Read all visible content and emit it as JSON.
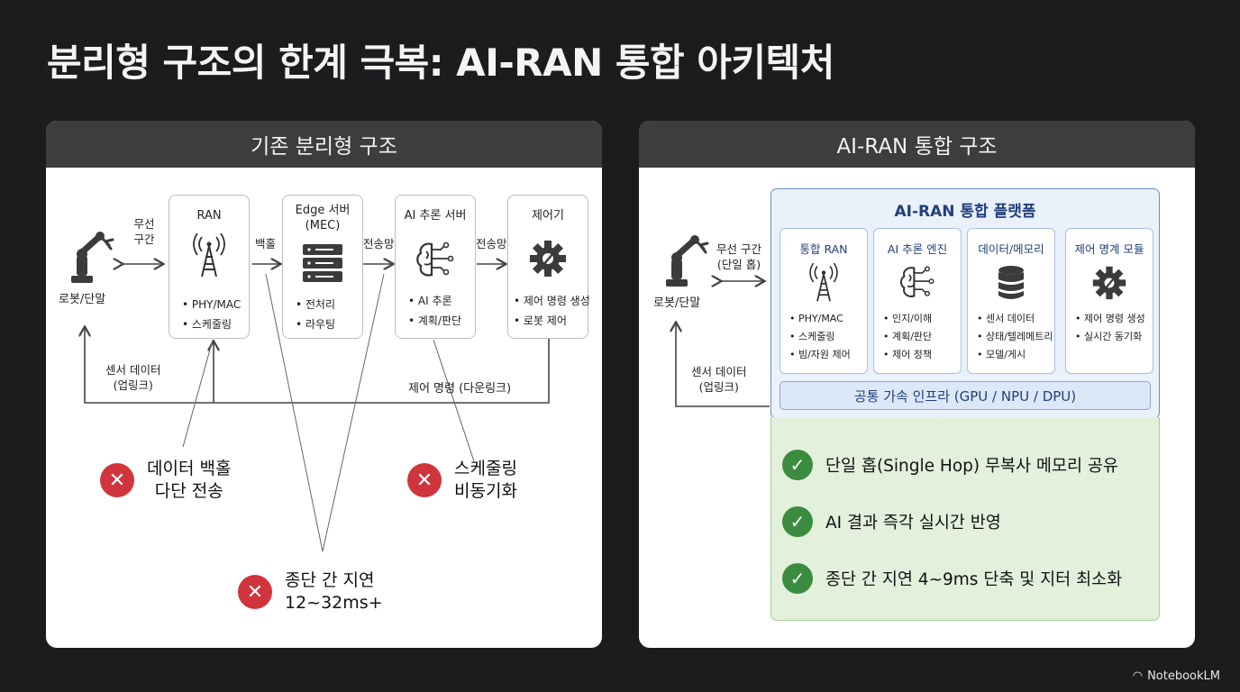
{
  "title": "분리형 구조의 한계 극복: AI-RAN 통합 아키텍처",
  "left": {
    "header": "기존 분리형 구조",
    "robot_label": "로봇/단말",
    "wireless_label_1": "무선",
    "wireless_label_2": "구간",
    "nodes": [
      {
        "title": "RAN",
        "bullets": [
          "• PHY/MAC",
          "• 스케줄링"
        ]
      },
      {
        "title_1": "Edge 서버",
        "title_2": "(MEC)",
        "bullets": [
          "• 전처리",
          "• 라우팅"
        ]
      },
      {
        "title": "AI 추론 서버",
        "bullets": [
          "• AI 추론",
          "• 계획/판단"
        ]
      },
      {
        "title": "제어기",
        "bullets": [
          "• 제어 명령 생성",
          "• 로봇 제어"
        ]
      }
    ],
    "link_backhaul": "백홀",
    "link_transport_1": "전송망",
    "link_transport_2": "전송망",
    "sensor_1": "센서 데이터",
    "sensor_2": "(업링크)",
    "downlink": "제어 명령 (다운링크)",
    "problems": [
      {
        "line1": "데이터 백홀",
        "line2": "다단 전송"
      },
      {
        "line1": "스케줄링",
        "line2": "비동기화"
      },
      {
        "line1": "종단 간 지연",
        "line2": "12~32ms+"
      }
    ],
    "x_icon": "✕"
  },
  "right": {
    "header": "AI-RAN 통합 구조",
    "robot_label": "로봇/단말",
    "wireless_1": "무선 구간",
    "wireless_2": "(단일 홉)",
    "sensor_1": "센서 데이터",
    "sensor_2": "(업링크)",
    "platform_title": "AI-RAN 통합 플랫폼",
    "modules": [
      {
        "title": "통합 RAN",
        "bullets": [
          "• PHY/MAC",
          "• 스케줄링",
          "• 빔/자원 제어"
        ]
      },
      {
        "title": "AI 추론 엔진",
        "bullets": [
          "• 인지/이해",
          "• 계획/판단",
          "• 제어 정책"
        ]
      },
      {
        "title": "데이터/메모리",
        "bullets": [
          "• 센서 데이터",
          "• 상태/텔레메트리",
          "• 모델/게시"
        ]
      },
      {
        "title": "제어 명계 모듈",
        "bullets": [
          "• 제어 명령 생성",
          "• 실시간 동기화"
        ]
      }
    ],
    "infra": "공통 가속 인프라 (GPU / NPU / DPU)",
    "benefits": [
      "단일 홉(Single Hop) 무복사 메모리 공유",
      "AI 결과 즉각 실시간 반영",
      "종단 간 지연 4~9ms 단축 및 지터 최소화"
    ],
    "check_icon": "✓"
  },
  "brand": "NotebookLM",
  "colors": {
    "background": "#1c1c1f",
    "header": "#3d3d40",
    "problem_red": "#d0343c",
    "success_green": "#3b8c3f",
    "platform_blue": "#e9f1fb"
  }
}
